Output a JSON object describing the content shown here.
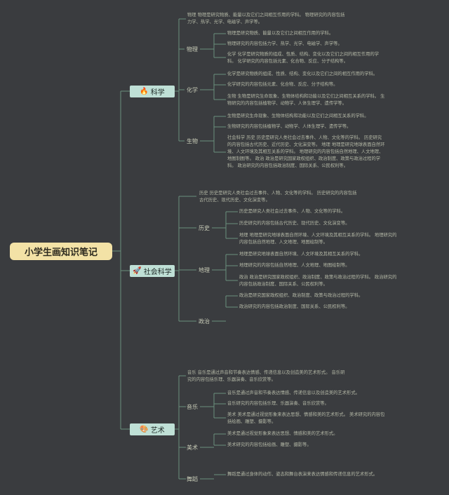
{
  "root": "小学生画知识笔记",
  "science": {
    "label": "科学",
    "icon": "fire-icon",
    "intro": [
      "物理 物理是研究物质、能量以及它们之间相互作用的学科。 物理研究的内容包括",
      "力学、热学、光学、电磁学、声学等。"
    ],
    "physics": {
      "label": "物理",
      "items": [
        [
          "物理是研究物质、能量以及它们之间相互作用的学科。"
        ],
        [
          "物理研究的内容包括力学、热学、光学、电磁学、声学等。"
        ],
        [
          "化学 化学是研究物质的组成、性质、结构、变化以及它们之间的相互作用的学",
          "科。 化学研究的内容包括元素、化合物、反应、分子结构等。"
        ]
      ]
    },
    "chemistry": {
      "label": "化学",
      "items": [
        [
          "化学是研究物质的组成、性质、结构、变化以及它们之间的相互作用的学科。"
        ],
        [
          "化学研究的内容包括元素、化合物、反应、分子结构等。"
        ],
        [
          "生物 生物是研究生命现象、生物体结构和功能以及它们之间相互关系的学科。 生",
          "物研究的内容包括植物学、动物学、人体生理学、遗传学等。"
        ]
      ]
    },
    "biology": {
      "label": "生物",
      "items": [
        [
          "生物是研究生命现象、生物体结构和功能以及它们之间相互关系的学科。"
        ],
        [
          "生物研究的内容包括植物学、动物学、人体生理学、遗传学等。"
        ],
        [
          "社会科学 历史 历史是研究人类社会过去事件、人物、文化等的学科。 历史研究",
          "的内容包括古代历史、近代历史、文化演变等。 地理 地理是研究地球表面自然环",
          "境、人文环境及其相互关系的学科。 地理研究的内容包括自然地理、人文地理、",
          "地图制图等。 政治 政治是研究国家政权组织、政治制度、政策与政治过程的学",
          "科。 政治研究的内容包括政治制度、国际关系、公民权利等。"
        ]
      ]
    }
  },
  "social": {
    "label": "社会科学",
    "icon": "rocket-icon",
    "intro": [
      "历史 历史是研究人类社会过去事件、人物、文化等的学科。 历史研究的内容包括",
      "古代历史、现代历史、文化演变等。"
    ],
    "history": {
      "label": "历史",
      "items": [
        [
          "历史是研究人类社会过去事件、人物、文化等的学科。"
        ],
        [
          "历史研究的内容包括古代历史、现代历史、文化演变等。"
        ],
        [
          "地理 地理是研究地球表面自然环境、人文环境及其相互关系的学科。 地理研究的",
          "内容包括自然地理、人文地理、地图绘制等。"
        ]
      ]
    },
    "geography": {
      "label": "地理",
      "items": [
        [
          "地理是研究地球表面自然环境、人文环境及其相互关系的学科。"
        ],
        [
          "地理研究的内容包括自然地理、人文地理、地图绘制等。"
        ],
        [
          "政治 政治是研究国家政权组织、政治制度、政策与政治过程的学科。 政治研究的",
          "内容包括政治制度、国际关系、公民权利等。"
        ]
      ]
    },
    "politics": {
      "label": "政治",
      "items": [
        [
          "政治是研究国家政权组织、政治制度、政策与政治过程的学科。"
        ],
        [
          "政治研究的内容包括政治制度、国际关系、公民权利等。"
        ]
      ]
    }
  },
  "art": {
    "label": "艺术",
    "icon": "palette-icon",
    "intro": [
      "音乐 音乐是通过声音和节奏表达情感、传递信息以及创造美的艺术形式。 音乐研",
      "究的内容包括乐理、乐器演奏、音乐欣赏等。"
    ],
    "music": {
      "label": "音乐",
      "items": [
        [
          "音乐是通过声音和节奏表达情感、传递信息以及创造美的艺术形式。"
        ],
        [
          "音乐研究的内容包括乐理、乐器演奏、音乐欣赏等。"
        ],
        [
          "美术 美术是通过视觉形象来表达思想、情感和美的艺术形式。 美术研究的内容包",
          "括绘画、雕塑、摄影等。"
        ]
      ]
    },
    "fineart": {
      "label": "美术",
      "items": [
        [
          "美术是通过视觉形象来表达思想、情感和美的艺术形式。"
        ],
        [
          "美术研究的内容包括绘画、雕塑、摄影等。"
        ]
      ]
    },
    "dance": {
      "label": "舞蹈",
      "items": [
        [
          "舞蹈是通过身体的动作、姿态和舞台表演来表达情感和传递信息的艺术形式。"
        ]
      ]
    }
  },
  "colors": {
    "line": "#6a8f7c",
    "root_bg": "#f3e2a6",
    "branch_bg": "#bfe0d6",
    "background": "#3a3c3f"
  }
}
